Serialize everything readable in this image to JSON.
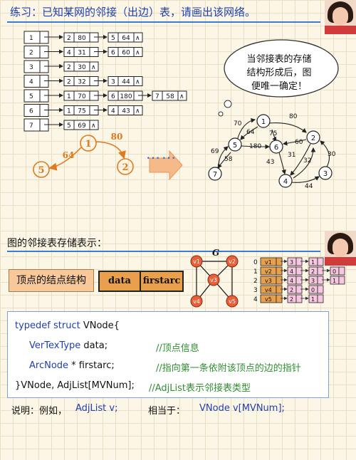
{
  "slide1": {
    "label": "练习：",
    "title": "已知某网的邻接（出边）表，请画出该网络。",
    "adjacency": [
      {
        "v": "1",
        "edges": [
          {
            "to": "2",
            "w": "80"
          },
          {
            "to": "5",
            "w": "64"
          }
        ]
      },
      {
        "v": "2",
        "edges": [
          {
            "to": "4",
            "w": "31"
          },
          {
            "to": "6",
            "w": "60"
          }
        ]
      },
      {
        "v": "3",
        "edges": [
          {
            "to": "2",
            "w": "30"
          }
        ]
      },
      {
        "v": "4",
        "edges": [
          {
            "to": "2",
            "w": "32"
          },
          {
            "to": "3",
            "w": "44"
          }
        ]
      },
      {
        "v": "5",
        "edges": [
          {
            "to": "1",
            "w": "70"
          },
          {
            "to": "6",
            "w": "180"
          },
          {
            "to": "7",
            "w": "58"
          }
        ]
      },
      {
        "v": "6",
        "edges": [
          {
            "to": "1",
            "w": "75"
          },
          {
            "to": "4",
            "w": "43"
          }
        ]
      },
      {
        "v": "7",
        "edges": [
          {
            "to": "5",
            "w": "69"
          }
        ]
      }
    ],
    "null_mark": "∧",
    "mini_graph": {
      "n1": "1",
      "n2": "5",
      "n3": "2",
      "w1": "64",
      "w2": "80"
    },
    "ellipsis": "……",
    "callout": [
      "当邻接表的存储",
      "结构形成后，图",
      "便唯一确定！"
    ],
    "network": {
      "nodes": [
        "1",
        "2",
        "3",
        "4",
        "5",
        "6",
        "7"
      ],
      "weights": {
        "70": "70",
        "80": "80",
        "64": "64",
        "75": "75",
        "60": "60",
        "69": "69",
        "180": "180",
        "31": "31",
        "30": "30",
        "58": "58",
        "43": "43",
        "32": "32",
        "44": "44"
      }
    }
  },
  "slide2": {
    "title": "图的邻接表存储表示：",
    "vertex_box": "顶点的结点结构",
    "field_data": "data",
    "field_firstarc": "firstarc",
    "graph_label": "G",
    "vertices": [
      "v1",
      "v2",
      "v3",
      "v4",
      "v5"
    ],
    "rows": [
      {
        "idx": "0",
        "v": "v1",
        "e": [
          "3",
          "1"
        ]
      },
      {
        "idx": "1",
        "v": "v2",
        "e": [
          "4",
          "2",
          "0"
        ]
      },
      {
        "idx": "2",
        "v": "v3",
        "e": [
          "4",
          "3",
          "1"
        ]
      },
      {
        "idx": "3",
        "v": "v4",
        "e": [
          "2",
          "0"
        ]
      },
      {
        "idx": "4",
        "v": "v5",
        "e": [
          "2",
          "1"
        ]
      }
    ],
    "code": {
      "l1_kw": "typedef struct",
      "l1_rest": " VNode{",
      "l2_kw": "VerTexType",
      "l2_rest": " data;",
      "l2_cm": "//顶点信息",
      "l3_kw": "ArcNode",
      "l3_rest": " * firstarc;",
      "l3_cm": "//指向第一条依附该顶点的边的指针",
      "l4_rest": "}VNode, AdjList[MVNum];",
      "l4_cm": "//AdjList表示邻接表类型"
    },
    "note": {
      "a": "说明：例如，",
      "b": "AdjList v;",
      "c": "相当于：",
      "d": "VNode v[MVNum];"
    }
  },
  "colors": {
    "title_blue": "#1f3fb0",
    "node_orange": "#e07a1f",
    "code_green": "#2f8f2f",
    "pink": "#f7c6e0",
    "vertex_orange": "#e8a04c"
  }
}
